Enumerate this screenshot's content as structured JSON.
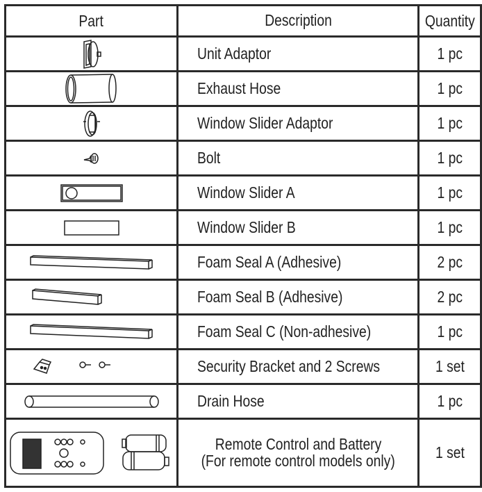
{
  "headers": {
    "part": "Part",
    "description": "Description",
    "quantity": "Quantity"
  },
  "rows": [
    {
      "icon": "unit-adaptor-icon",
      "description": "Unit Adaptor",
      "quantity": "1 pc"
    },
    {
      "icon": "exhaust-hose-icon",
      "description": "Exhaust Hose",
      "quantity": "1 pc"
    },
    {
      "icon": "window-slider-adaptor-icon",
      "description": "Window Slider Adaptor",
      "quantity": "1 pc"
    },
    {
      "icon": "bolt-icon",
      "description": "Bolt",
      "quantity": "1 pc"
    },
    {
      "icon": "window-slider-a-icon",
      "description": "Window Slider A",
      "quantity": "1 pc"
    },
    {
      "icon": "window-slider-b-icon",
      "description": "Window Slider B",
      "quantity": "1 pc"
    },
    {
      "icon": "foam-seal-a-icon",
      "description": "Foam Seal A (Adhesive)",
      "quantity": "2 pc"
    },
    {
      "icon": "foam-seal-b-icon",
      "description": "Foam Seal B (Adhesive)",
      "quantity": "2 pc"
    },
    {
      "icon": "foam-seal-c-icon",
      "description": "Foam Seal C (Non-adhesive)",
      "quantity": "1 pc"
    },
    {
      "icon": "security-bracket-screws-icon",
      "description": "Security Bracket and 2 Screws",
      "quantity": "1 set"
    },
    {
      "icon": "drain-hose-icon",
      "description": "Drain Hose",
      "quantity": "1 pc"
    },
    {
      "icon": "remote-battery-icon",
      "description": "Remote Control and Battery",
      "description_note": "(For remote control models only)",
      "quantity": "1 set"
    }
  ]
}
